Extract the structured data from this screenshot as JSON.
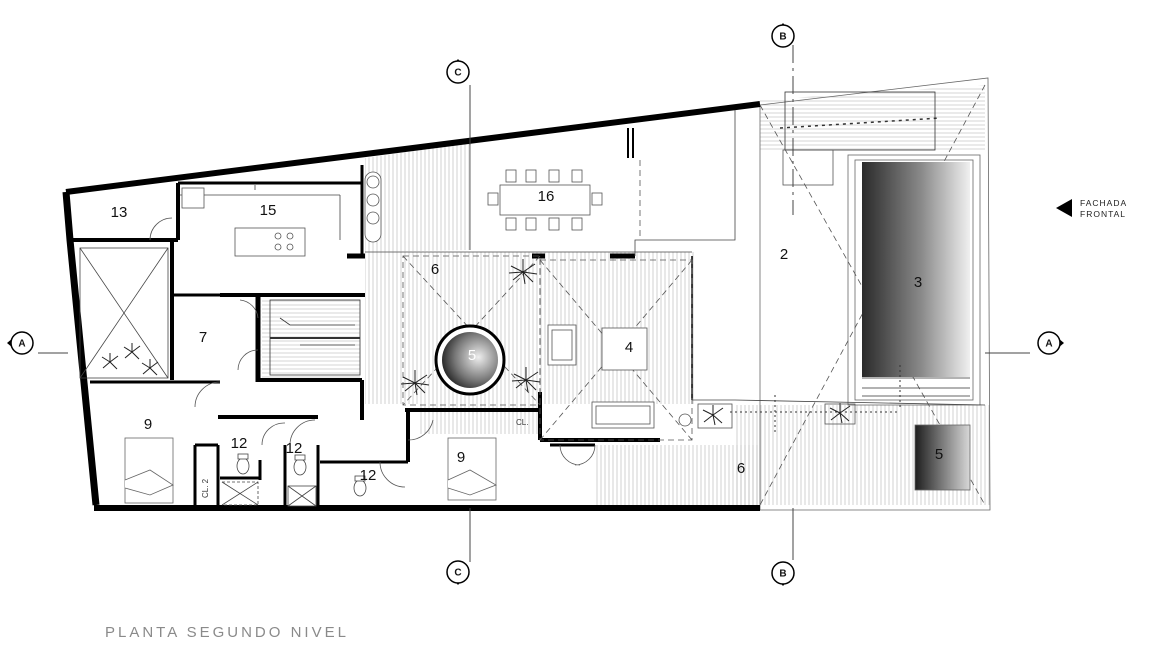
{
  "title": "PLANTA SEGUNDO NIVEL",
  "facade_label": [
    "FACHADA",
    "FRONTAL"
  ],
  "section_marks": {
    "a": "A",
    "b": "B",
    "c": "C"
  },
  "rooms": {
    "r13": "13",
    "r15": "15",
    "r16": "16",
    "r2": "2",
    "r3": "3",
    "r6_top": "6",
    "r7": "7",
    "r5_center": "5",
    "r4": "4",
    "r9_left": "9",
    "r12_a": "12",
    "r12_b": "12",
    "r12_c": "12",
    "r9_right": "9",
    "r6_bottom": "6",
    "r5_right": "5"
  },
  "small_labels": {
    "closet_2": "CL. 2",
    "closet": "CL."
  },
  "colors": {
    "wall": "#000000",
    "line": "#333333",
    "hatch": "#b5b5b5",
    "title": "#8a8a8a"
  }
}
